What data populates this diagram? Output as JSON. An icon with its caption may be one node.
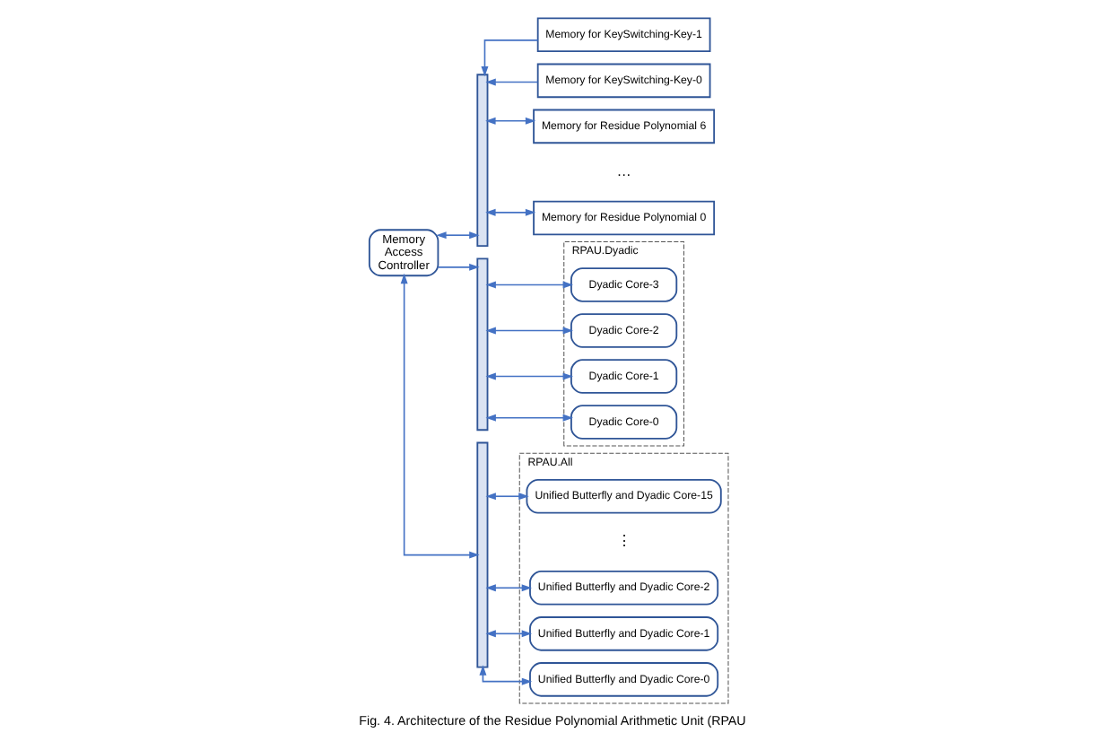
{
  "diagram": {
    "caption": "Fig. 4. Architecture of the Residue Polynomial Arithmetic Unit (RPAU",
    "nodes": [
      {
        "text": [
          "Memory Access Controller"
        ]
      },
      {
        "text": [],
        "shape": "bar"
      },
      {
        "text": [],
        "shape": "bar"
      },
      {
        "text": [],
        "shape": "bar"
      },
      {
        "text": [
          "Memory for KeySwitching-Key-1"
        ]
      },
      {
        "text": [
          "Memory for KeySwitching-Key-0"
        ]
      },
      {
        "text": [
          "Memory for Residue Polynomial 6"
        ]
      },
      {
        "text": [
          "Memory for Residue Polynomial 0"
        ]
      },
      {
        "text": [
          "RPAU.Dyadic"
        ]
      },
      {
        "text": [
          "Dyadic Core-3"
        ],
        "in": 8
      },
      {
        "text": [
          "Dyadic Core-2"
        ],
        "in": 8
      },
      {
        "text": [
          "Dyadic Core-1"
        ],
        "in": 8
      },
      {
        "text": [
          "Dyadic Core-0"
        ],
        "in": 8
      },
      {
        "text": [
          "RPAU.All"
        ]
      },
      {
        "text": [
          "Unified Butterfly and Dyadic Core-15"
        ],
        "in": 13
      },
      {
        "text": [
          "Unified Butterfly and Dyadic Core-2"
        ],
        "in": 13
      },
      {
        "text": [
          "Unified Butterfly and Dyadic Core-1"
        ],
        "in": 13
      },
      {
        "text": [
          "Unified Butterfly and Dyadic Core-0"
        ],
        "in": 13
      }
    ],
    "edges": [
      {
        "from": 0,
        "to": 1,
        "arrow": "both"
      },
      {
        "from": 0,
        "to": 3,
        "arrow": "both"
      },
      {
        "from": 0,
        "to": 2,
        "arrow": "to"
      },
      {
        "from": 4,
        "to": 1,
        "arrow": "to"
      },
      {
        "from": 5,
        "to": 1,
        "arrow": "to"
      },
      {
        "from": 6,
        "to": 1,
        "arrow": "both"
      },
      {
        "from": 7,
        "to": 1,
        "arrow": "both"
      },
      {
        "from": 2,
        "to": 9,
        "arrow": "both"
      },
      {
        "from": 2,
        "to": 10,
        "arrow": "both"
      },
      {
        "from": 2,
        "to": 11,
        "arrow": "both"
      },
      {
        "from": 2,
        "to": 12,
        "arrow": "both"
      },
      {
        "from": 3,
        "to": 14,
        "arrow": "both"
      },
      {
        "from": 3,
        "to": 15,
        "arrow": "both"
      },
      {
        "from": 3,
        "to": 16,
        "arrow": "both"
      },
      {
        "from": 3,
        "to": 17,
        "arrow": "both"
      }
    ],
    "labels": [
      "⋮",
      "…"
    ]
  }
}
